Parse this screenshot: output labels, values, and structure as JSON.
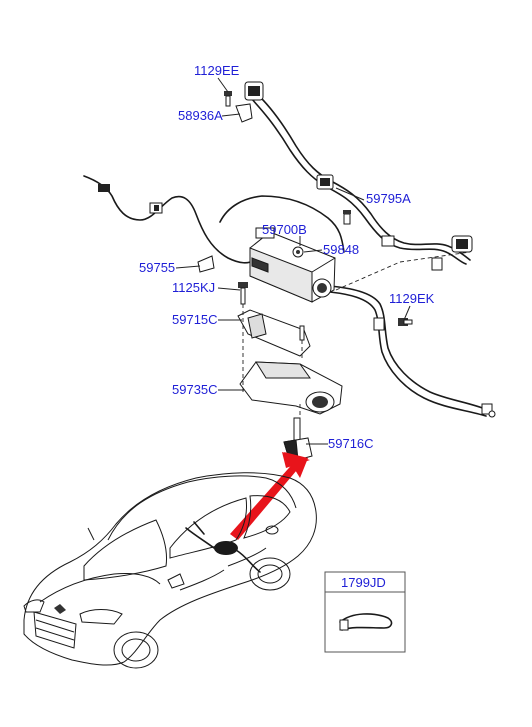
{
  "diagram": {
    "labels": {
      "l_1129EE": "1129EE",
      "l_58936A": "58936A",
      "l_59795A": "59795A",
      "l_59700B": "59700B",
      "l_59848": "59848",
      "l_59755": "59755",
      "l_1125KJ": "1125KJ",
      "l_1129EK": "1129EK",
      "l_59715C": "59715C",
      "l_59735C": "59735C",
      "l_59716C": "59716C",
      "l_1799JD": "1799JD"
    }
  }
}
